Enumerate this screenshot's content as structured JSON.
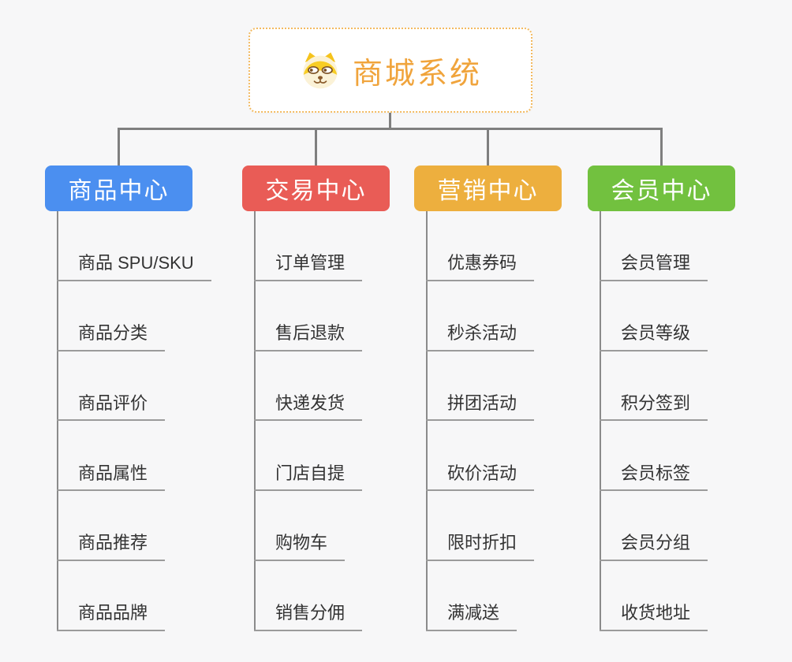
{
  "root": {
    "title": "商城系统",
    "icon": "dog-face-icon",
    "text_color": "#F0A43C",
    "border_color": "#F3BA60"
  },
  "colors": {
    "background": "#F7F7F8",
    "connector_line": "#7F7F7F",
    "leaf_underline": "#9B9B9B",
    "leaf_text": "#333333"
  },
  "branches": [
    {
      "label": "商品中心",
      "color": "#4B8FF0",
      "items": [
        "商品 SPU/SKU",
        "商品分类",
        "商品评价",
        "商品属性",
        "商品推荐",
        "商品品牌"
      ]
    },
    {
      "label": "交易中心",
      "color": "#E95C56",
      "items": [
        "订单管理",
        "售后退款",
        "快递发货",
        "门店自提",
        "购物车",
        "销售分佣"
      ]
    },
    {
      "label": "营销中心",
      "color": "#EDAF3E",
      "items": [
        "优惠券码",
        "秒杀活动",
        "拼团活动",
        "砍价活动",
        "限时折扣",
        "满减送"
      ]
    },
    {
      "label": "会员中心",
      "color": "#72C13F",
      "items": [
        "会员管理",
        "会员等级",
        "积分签到",
        "会员标签",
        "会员分组",
        "收货地址"
      ]
    }
  ]
}
